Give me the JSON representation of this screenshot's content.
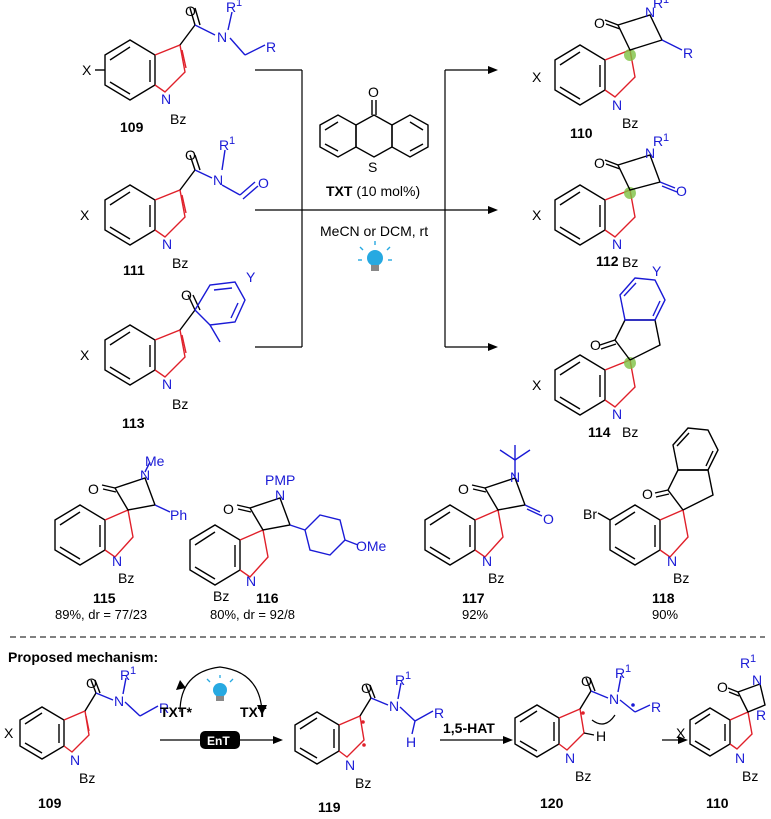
{
  "compounds": {
    "c109": "109",
    "c111": "111",
    "c113": "113",
    "c110": "110",
    "c112": "112",
    "c114": "114",
    "c115": "115",
    "c116": "116",
    "c117": "117",
    "c118": "118",
    "c119": "119",
    "c120": "120",
    "c109b": "109",
    "c110b": "110"
  },
  "conditions": {
    "catalyst_bold": "TXT",
    "catalyst_load": " (10 mol%)",
    "solvent": "MeCN or DCM, rt"
  },
  "yields": {
    "y115": "89%, dr = 77/23",
    "y116": "80%, dr = 92/8",
    "y117": "92%",
    "y118": "90%"
  },
  "atoms": {
    "X": "X",
    "N": "N",
    "O": "O",
    "Bz": "Bz",
    "R": "R",
    "R1": "R",
    "sup1": "1",
    "Y": "Y",
    "S": "S",
    "Me": "Me",
    "Ph": "Ph",
    "PMP": "PMP",
    "OMe": "OMe",
    "Br": "Br",
    "H": "H"
  },
  "mechanism": {
    "heading": "Proposed mechanism:",
    "txt_star": "TXT*",
    "txt": "TXT",
    "ent": "EnT",
    "hat": "1,5-HAT"
  },
  "colors": {
    "red": "#e0202a",
    "blue": "#1a1ad6",
    "green": "#7dc242",
    "bulb": "#27a9e1"
  }
}
